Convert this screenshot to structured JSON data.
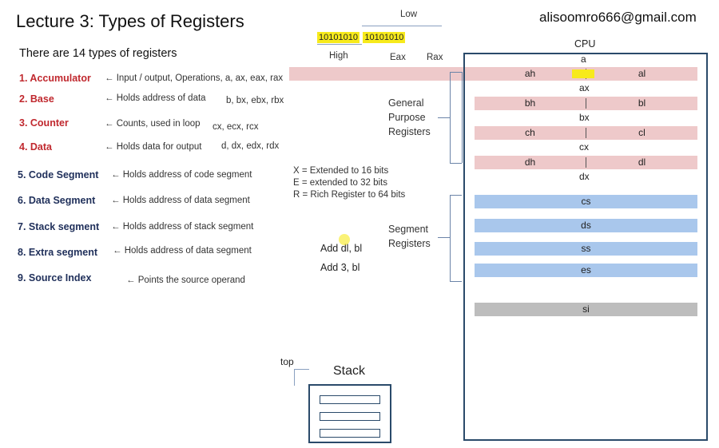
{
  "title": "Lecture 3: Types of Registers",
  "email": "alisoomro666@gmail.com",
  "intro": "There are 14 types of registers",
  "registers": [
    {
      "name": "1. Accumulator",
      "desc": "← Input / output, Operations, a, ax, eax, rax",
      "extra": ""
    },
    {
      "name": "2. Base",
      "desc": "← Holds address of data",
      "extra": "b, bx, ebx, rbx"
    },
    {
      "name": "3. Counter",
      "desc": "← Counts, used in loop",
      "extra": "cx, ecx, rcx"
    },
    {
      "name": "4. Data",
      "desc": "← Holds data for output",
      "extra": "d, dx, edx, rdx"
    },
    {
      "name": "5. Code Segment",
      "desc": "← Holds address of code segment",
      "extra": ""
    },
    {
      "name": "6. Data Segment",
      "desc": "← Holds address of data segment",
      "extra": ""
    },
    {
      "name": "7. Stack segment",
      "desc": "← Holds address of stack segment",
      "extra": ""
    },
    {
      "name": "8. Extra segment",
      "desc": "← Holds address of data segment",
      "extra": ""
    },
    {
      "name": "9. Source Index",
      "desc": "← Points  the source operand",
      "extra": ""
    }
  ],
  "bits": {
    "low": "Low",
    "high": "High",
    "high_byte": "10101010",
    "low_byte": "10101010",
    "eax": "Eax",
    "rax": "Rax"
  },
  "extensions": [
    "X = Extended to 16 bits",
    "E = extended to 32 bits",
    "R = Rich Register to 64 bits"
  ],
  "general_purpose": [
    "General",
    "Purpose",
    "Registers"
  ],
  "segment_registers": [
    "Segment",
    "Registers"
  ],
  "instructions": [
    "Add dl, bl",
    "Add 3, bl"
  ],
  "cpu": {
    "title": "CPU",
    "general": [
      {
        "top": "a",
        "high": "ah",
        "low": "al",
        "name": "ax"
      },
      {
        "high": "bh",
        "low": "bl",
        "name": "bx"
      },
      {
        "high": "ch",
        "low": "cl",
        "name": "cx"
      },
      {
        "high": "dh",
        "low": "dl",
        "name": "dx"
      }
    ],
    "segments": [
      "cs",
      "ds",
      "ss",
      "es"
    ],
    "index": "si"
  },
  "stack": {
    "title": "Stack",
    "top_label": "top"
  },
  "colors": {
    "accent_red": "#c0282e",
    "navy": "#1f2f5a",
    "pink": "#eec9ca",
    "blue": "#a9c7ec",
    "grey": "#bdbdbd",
    "highlight": "#f7ea1c"
  }
}
